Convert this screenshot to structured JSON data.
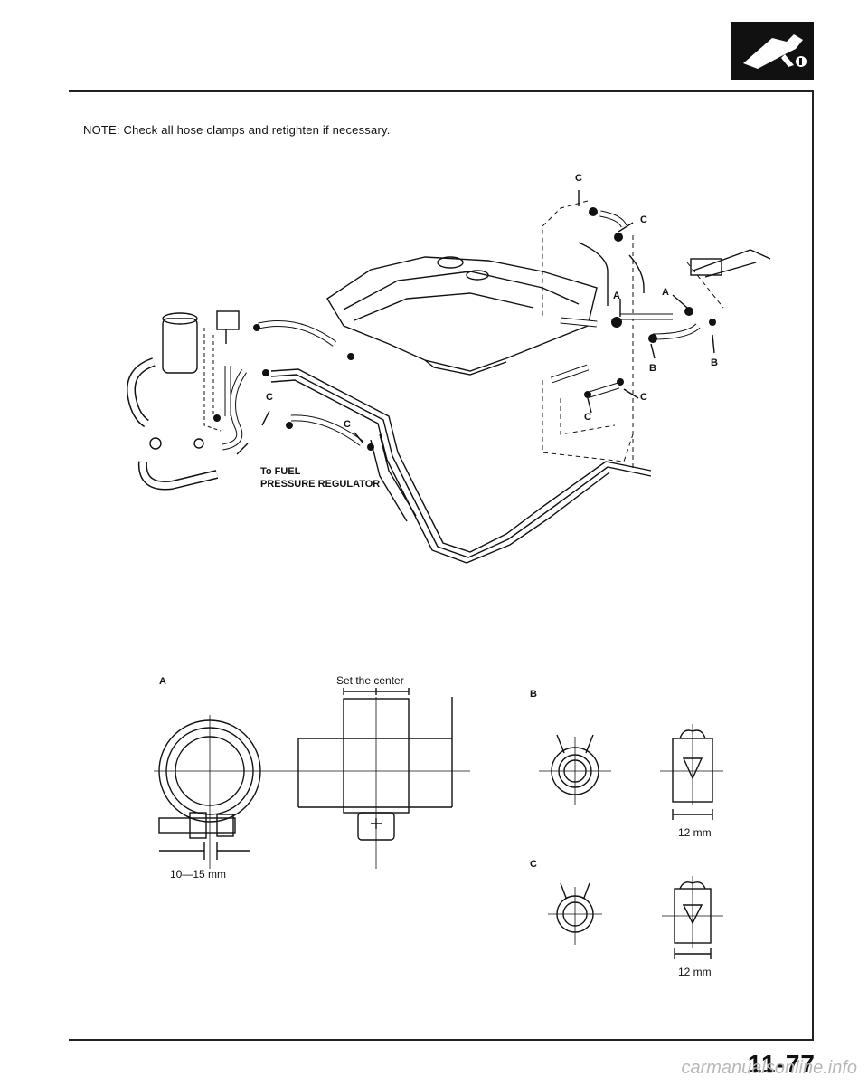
{
  "section_icon": "fuel-nozzle-icon",
  "note": "NOTE: Check all hose clamps and retighten if necessary.",
  "callouts": {
    "a": "A",
    "b": "B",
    "c": "C",
    "to_fuel_line1": "To FUEL",
    "to_fuel_line2": "PRESSURE REGULATOR"
  },
  "detail_a": {
    "label": "A",
    "set_center": "Set the center",
    "dimension": "10—15 mm"
  },
  "detail_b": {
    "label": "B",
    "dimension": "12 mm"
  },
  "detail_c": {
    "label": "C",
    "dimension": "12 mm"
  },
  "page_number": "11-77",
  "watermark": "carmanualsonline.info"
}
